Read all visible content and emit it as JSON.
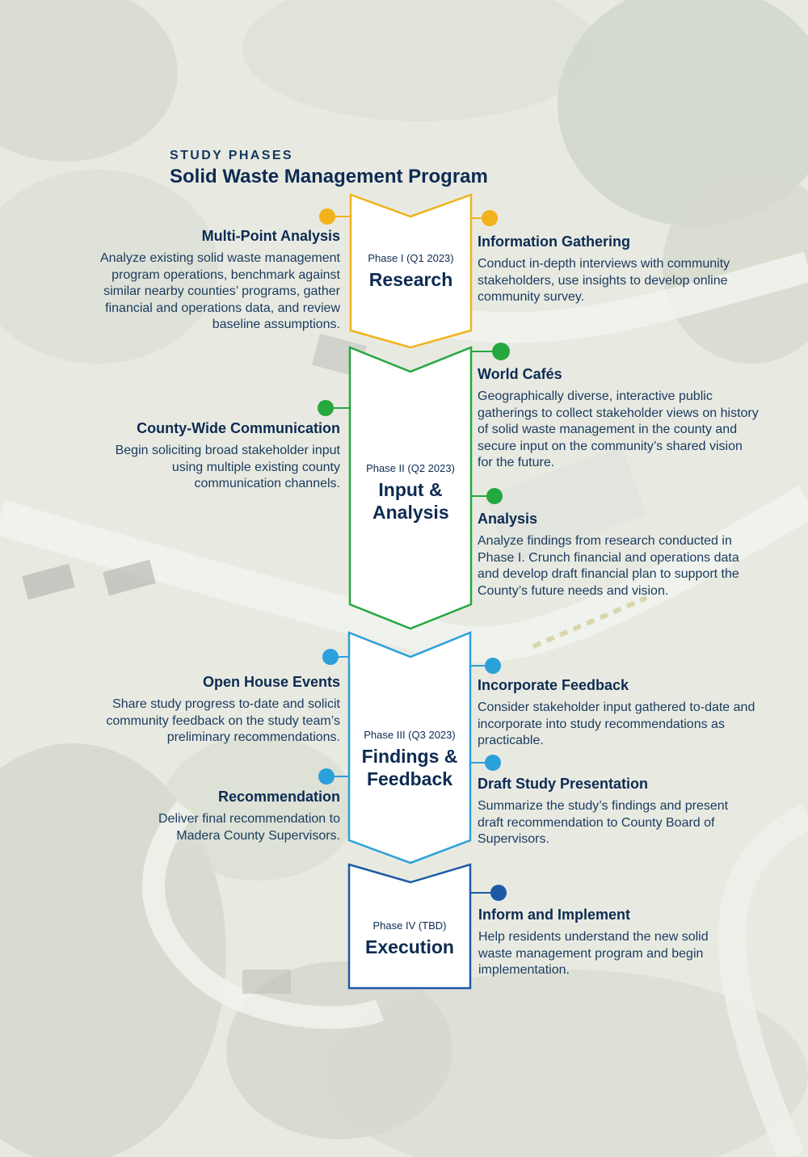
{
  "header": {
    "eyebrow": "STUDY PHASES",
    "title": "Solid Waste Management Program"
  },
  "colors": {
    "phase1": "#f2b21c",
    "phase2": "#25a83f",
    "phase3": "#2ba0da",
    "phase4": "#1c5aa6",
    "text": "#0d2b52"
  },
  "background": {
    "description_icon": "aerial-photo-background"
  },
  "phases": [
    {
      "subtitle": "Phase I (Q1 2023)",
      "name": "Research",
      "left": [
        {
          "title": "Multi-Point Analysis",
          "desc": "Analyze existing solid waste management program operations, benchmark against similar nearby counties’ programs, gather financial and operations data, and review baseline assumptions."
        }
      ],
      "right": [
        {
          "title": "Information Gathering",
          "desc": "Conduct in-depth interviews with community stakeholders, use insights to develop online community survey."
        }
      ]
    },
    {
      "subtitle": "Phase II (Q2 2023)",
      "name": "Input & Analysis",
      "left": [
        {
          "title": "County-Wide Communication",
          "desc": "Begin soliciting broad stakeholder input using multiple existing county communication channels."
        }
      ],
      "right": [
        {
          "title": "World Cafés",
          "desc": "Geographically diverse, interactive public gatherings to collect stakeholder views on history of solid waste management in the county and secure input on the community’s shared vision for the future."
        },
        {
          "title": "Analysis",
          "desc": "Analyze findings from research conducted in Phase I. Crunch financial and operations data and develop draft financial plan to support the County’s future needs and vision."
        }
      ]
    },
    {
      "subtitle": "Phase III (Q3 2023)",
      "name": "Findings & Feedback",
      "left": [
        {
          "title": "Open House Events",
          "desc": "Share study progress to-date and solicit community feedback on the study team’s preliminary recommendations."
        },
        {
          "title": "Recommendation",
          "desc": "Deliver final recommendation to Madera County Supervisors."
        }
      ],
      "right": [
        {
          "title": "Incorporate Feedback",
          "desc": "Consider stakeholder input gathered to-date and incorporate into study recommendations as practicable."
        },
        {
          "title": "Draft Study Presentation",
          "desc": "Summarize the study’s findings and present draft recommendation to County Board of Supervisors."
        }
      ]
    },
    {
      "subtitle": "Phase IV (TBD)",
      "name": "Execution",
      "left": [],
      "right": [
        {
          "title": "Inform and Implement",
          "desc": "Help residents understand the new solid waste management program and begin implementation."
        }
      ]
    }
  ]
}
